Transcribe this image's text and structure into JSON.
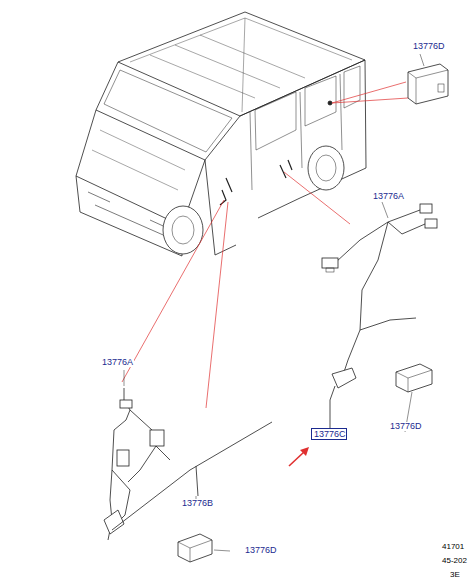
{
  "diagram": {
    "nodes": [
      {
        "text": [
          "13776C"
        ]
      }
    ],
    "labels": [
      "13776D",
      "13776A",
      "13776A",
      "13776D",
      "13776B",
      "13776D",
      "41701",
      "45-202",
      "3E"
    ]
  }
}
